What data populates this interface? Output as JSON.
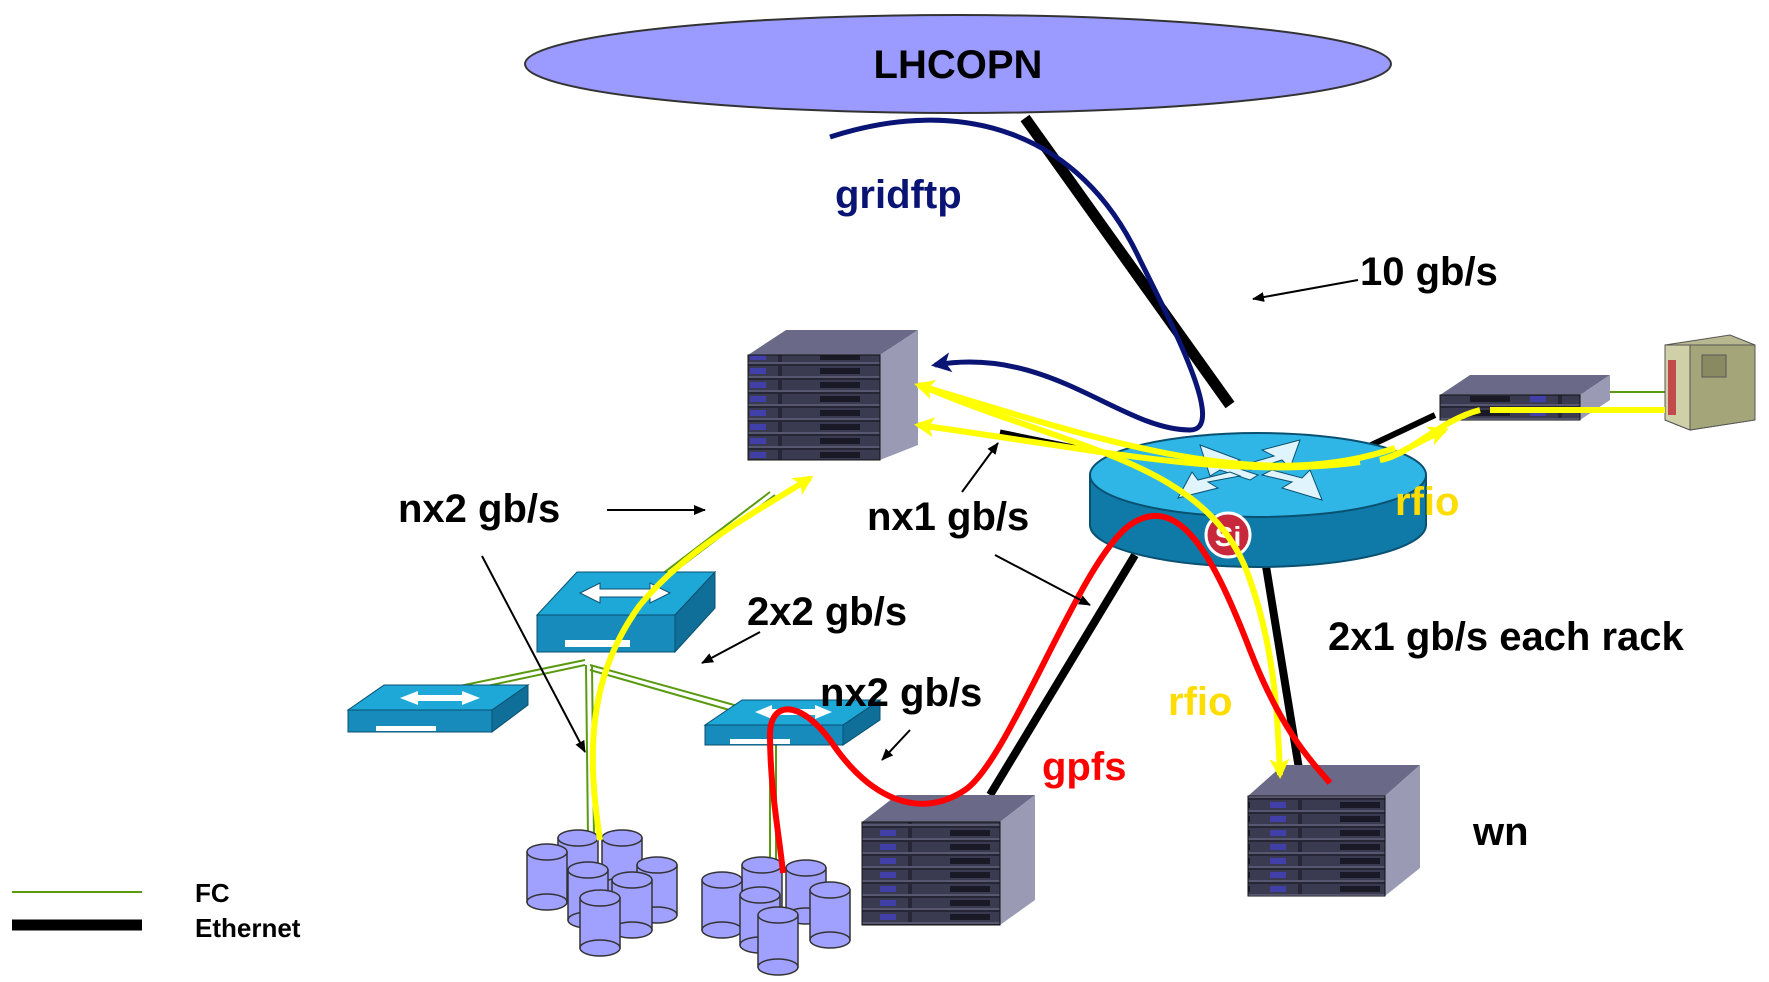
{
  "colors": {
    "ethernet": "#000000",
    "fc": "#5a9a10",
    "gridftp": "#0a1474",
    "rfio": "#ffff00",
    "gpfs": "#ff0000",
    "cloud_fill": "#9a9aff",
    "router_fill": "#1e9fd0",
    "router_badge": "#c8283c",
    "switch_fill": "#1ea8d8",
    "server_face": "#2a2a3a",
    "server_side": "#9a9ab4",
    "disk_fill": "#a0a0ff",
    "rfio_label": "#ffdd00",
    "gpfs_label": "#ff0000",
    "gridftp_label": "#0a1474"
  },
  "cloud": {
    "label": "LHCOPN"
  },
  "router": {
    "badge": "Si"
  },
  "labels": {
    "gridftp": "gridftp",
    "ten_gbs": "10 gb/s",
    "nx2_left": "nx2 gb/s",
    "nx1": "nx1 gb/s",
    "two_x2": "2x2 gb/s",
    "nx2_lower": "nx2 gb/s",
    "rack": "2x1 gb/s each rack",
    "rfio_right": "rfio",
    "rfio_mid": "rfio",
    "gpfs": "gpfs",
    "wn": "wn"
  },
  "legend": {
    "fc": "FC",
    "ethernet": "Ethernet"
  }
}
